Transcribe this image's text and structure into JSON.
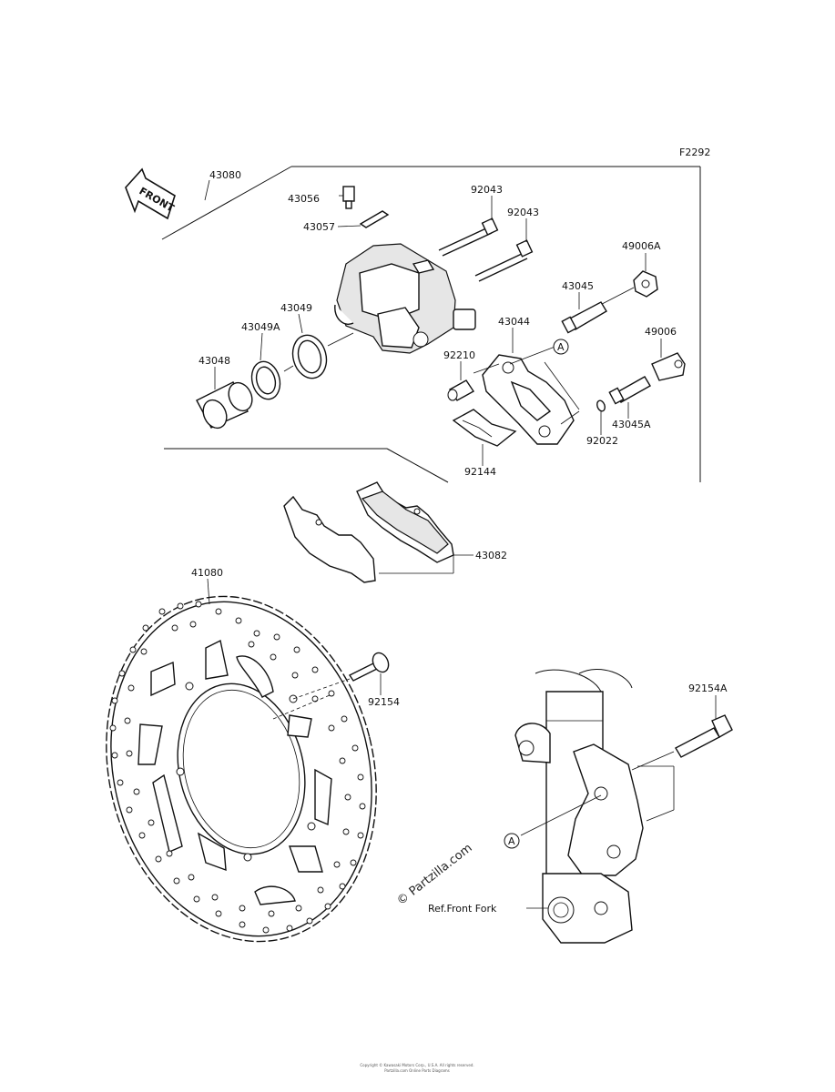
{
  "diagram_code": "F2292",
  "front_arrow_label": "FRONT",
  "parts": {
    "p43080": "43080",
    "p43056": "43056",
    "p43057": "43057",
    "p92043_a": "92043",
    "p92043_b": "92043",
    "p49006A": "49006A",
    "p43045": "43045",
    "p43049": "43049",
    "p43049A": "43049A",
    "p43048": "43048",
    "p43044": "43044",
    "p92210": "92210",
    "p49006": "49006",
    "p43045A": "43045A",
    "p92022": "92022",
    "p92144": "92144",
    "p43082": "43082",
    "p41080": "41080",
    "p92154": "92154",
    "p92154A": "92154A"
  },
  "callout_a_1": "A",
  "callout_a_2": "A",
  "reference_label": "Ref.Front Fork",
  "watermark": "© Partzilla.com",
  "footer_line_1": "Copyright © Kawasaki Motors Corp., U.S.A. All rights reserved.",
  "footer_line_2": "Partzilla.com Online Parts Diagrams"
}
